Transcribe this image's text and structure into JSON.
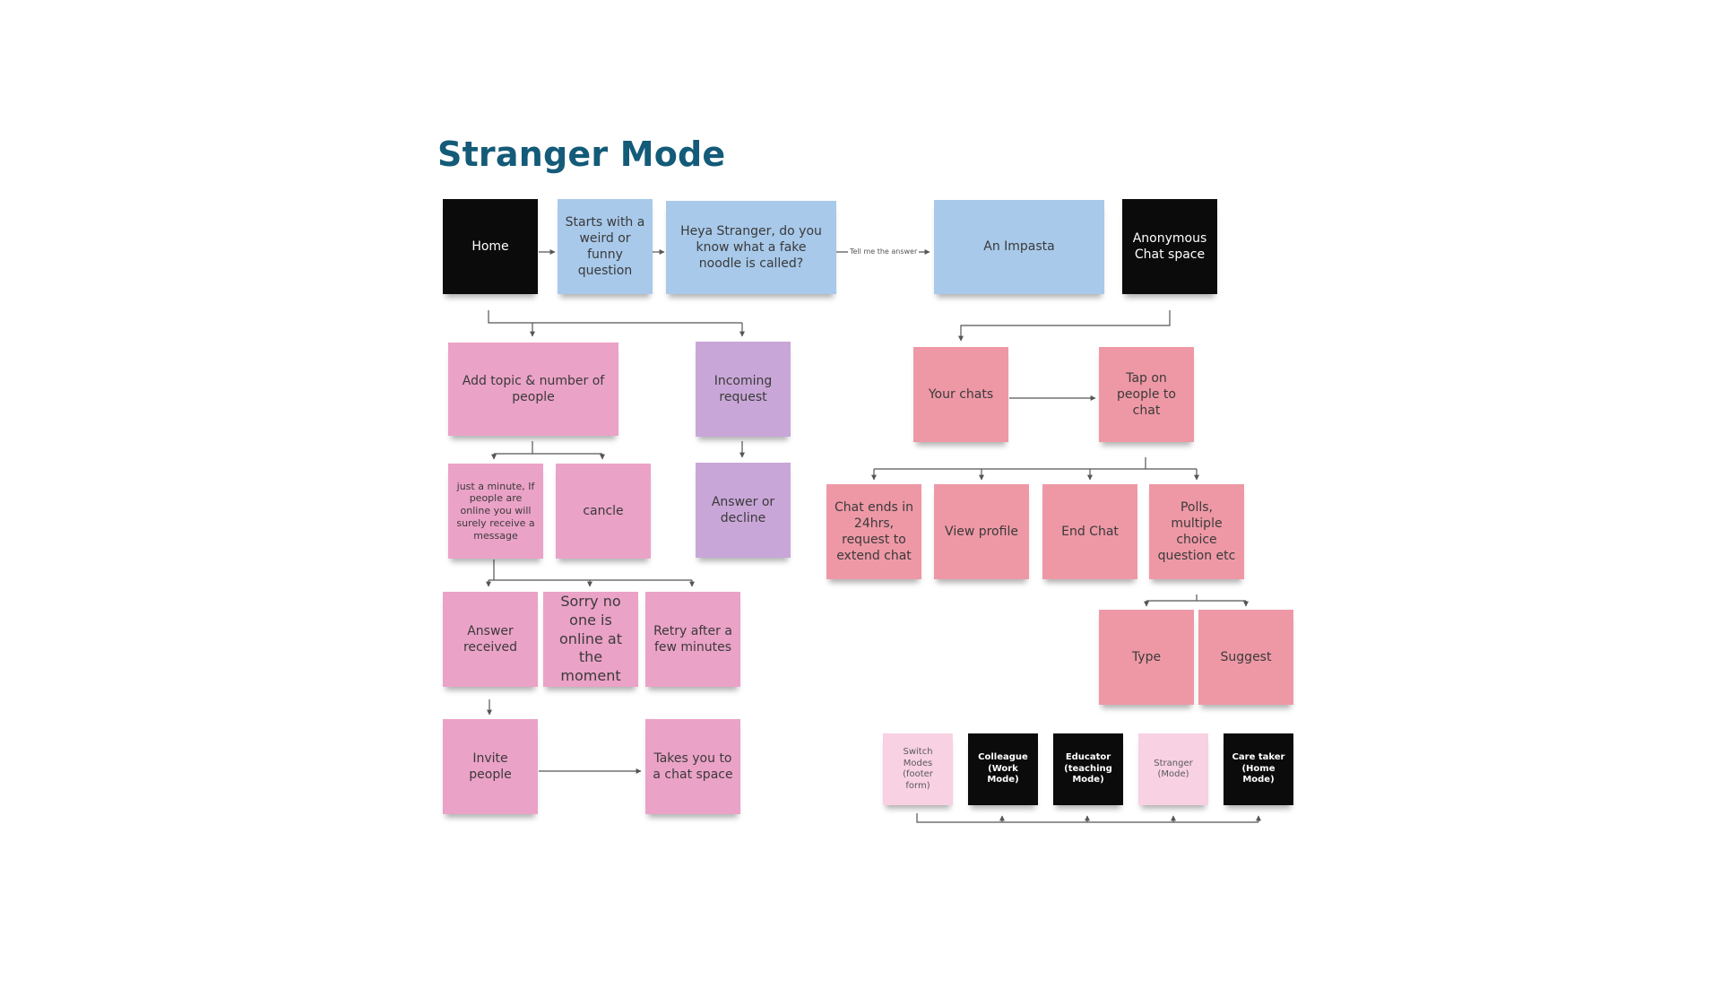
{
  "title": "Stranger Mode",
  "colors": {
    "title": "#135b78",
    "blue": "#a8c9ea",
    "pink": "#eba2c7",
    "rose": "#ee98a6",
    "purple": "#c9a6d8",
    "black": "#0b0b0b",
    "light_pink": "#f8d1e3",
    "connector": "#555555"
  },
  "notes": {
    "home": "Home",
    "starts_question": "Starts with a weird or funny question",
    "heya_stranger": "Heya Stranger, do you know what a fake noodle is called?",
    "an_impasta": "An Impasta",
    "anon_chat_space": "Anonymous Chat space",
    "add_topic": "Add topic & number of people",
    "incoming_request": "Incoming request",
    "just_a_minute": "just a minute, If people are online you will surely receive a message",
    "cancle": "cancle",
    "answer_or_decline": "Answer or decline",
    "answer_received": "Answer received",
    "sorry_no_one": "Sorry no one is online at the moment",
    "retry": "Retry after a few minutes",
    "invite_people": "Invite people",
    "takes_you": "Takes you to a chat space",
    "your_chats": "Your chats",
    "tap_on_people": "Tap on people to chat",
    "chat_ends": "Chat ends in 24hrs, request to extend chat",
    "view_profile": "View profile",
    "end_chat": "End Chat",
    "polls": "Polls, multiple choice question etc",
    "type": "Type",
    "suggest": "Suggest",
    "switch_modes": "Switch Modes (footer form)",
    "colleague": "Colleague (Work Mode)",
    "educator": "Educator (teaching Mode)",
    "stranger": "Stranger (Mode)",
    "care_taker": "Care taker (Home Mode)"
  },
  "edge_labels": {
    "tell_me": "Tell me the answer"
  }
}
